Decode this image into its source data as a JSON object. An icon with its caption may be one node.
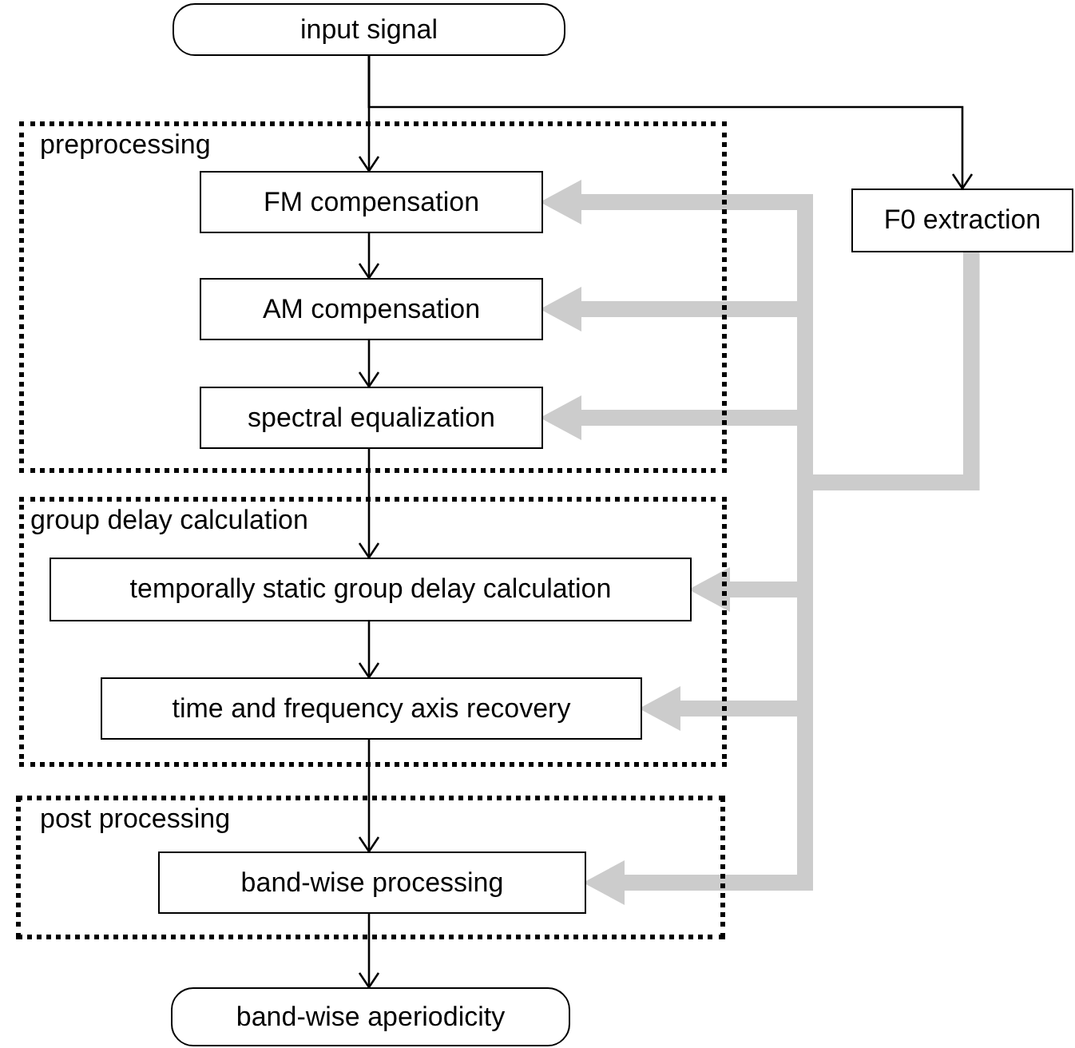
{
  "diagram": {
    "nodes": [
      {
        "text": [
          "input signal"
        ]
      },
      {
        "text": [
          "preprocessing"
        ]
      },
      {
        "text": [
          "FM compensation"
        ],
        "in": 1
      },
      {
        "text": [
          "AM compensation"
        ],
        "in": 1
      },
      {
        "text": [
          "spectral equalization"
        ],
        "in": 1
      },
      {
        "text": [
          "F0 extraction"
        ]
      },
      {
        "text": [
          "group delay calculation"
        ]
      },
      {
        "text": [
          "temporally static group delay calculation"
        ],
        "in": 6
      },
      {
        "text": [
          "time and frequency axis recovery"
        ],
        "in": 6
      },
      {
        "text": [
          "post processing"
        ]
      },
      {
        "text": [
          "band-wise processing"
        ],
        "in": 9
      },
      {
        "text": [
          "band-wise aperiodicity"
        ]
      }
    ],
    "edges": [
      {
        "from": 0,
        "to": 2,
        "arrow": "to"
      },
      {
        "from": 0,
        "to": 5,
        "arrow": "to"
      },
      {
        "from": 2,
        "to": 3,
        "arrow": "to"
      },
      {
        "from": 3,
        "to": 4,
        "arrow": "to"
      },
      {
        "from": 4,
        "to": 7,
        "arrow": "to"
      },
      {
        "from": 7,
        "to": 8,
        "arrow": "to"
      },
      {
        "from": 8,
        "to": 10,
        "arrow": "to"
      },
      {
        "from": 10,
        "to": 11,
        "arrow": "to"
      },
      {
        "from": 5,
        "to": 2,
        "arrow": "to",
        "style": "thick",
        "color": "#cccccc"
      },
      {
        "from": 5,
        "to": 3,
        "arrow": "to",
        "style": "thick",
        "color": "#cccccc"
      },
      {
        "from": 5,
        "to": 4,
        "arrow": "to",
        "style": "thick",
        "color": "#cccccc"
      },
      {
        "from": 5,
        "to": 7,
        "arrow": "to",
        "style": "thick",
        "color": "#cccccc"
      },
      {
        "from": 5,
        "to": 8,
        "arrow": "to",
        "style": "thick",
        "color": "#cccccc"
      },
      {
        "from": 5,
        "to": 10,
        "arrow": "to",
        "style": "thick",
        "color": "#cccccc"
      }
    ]
  }
}
